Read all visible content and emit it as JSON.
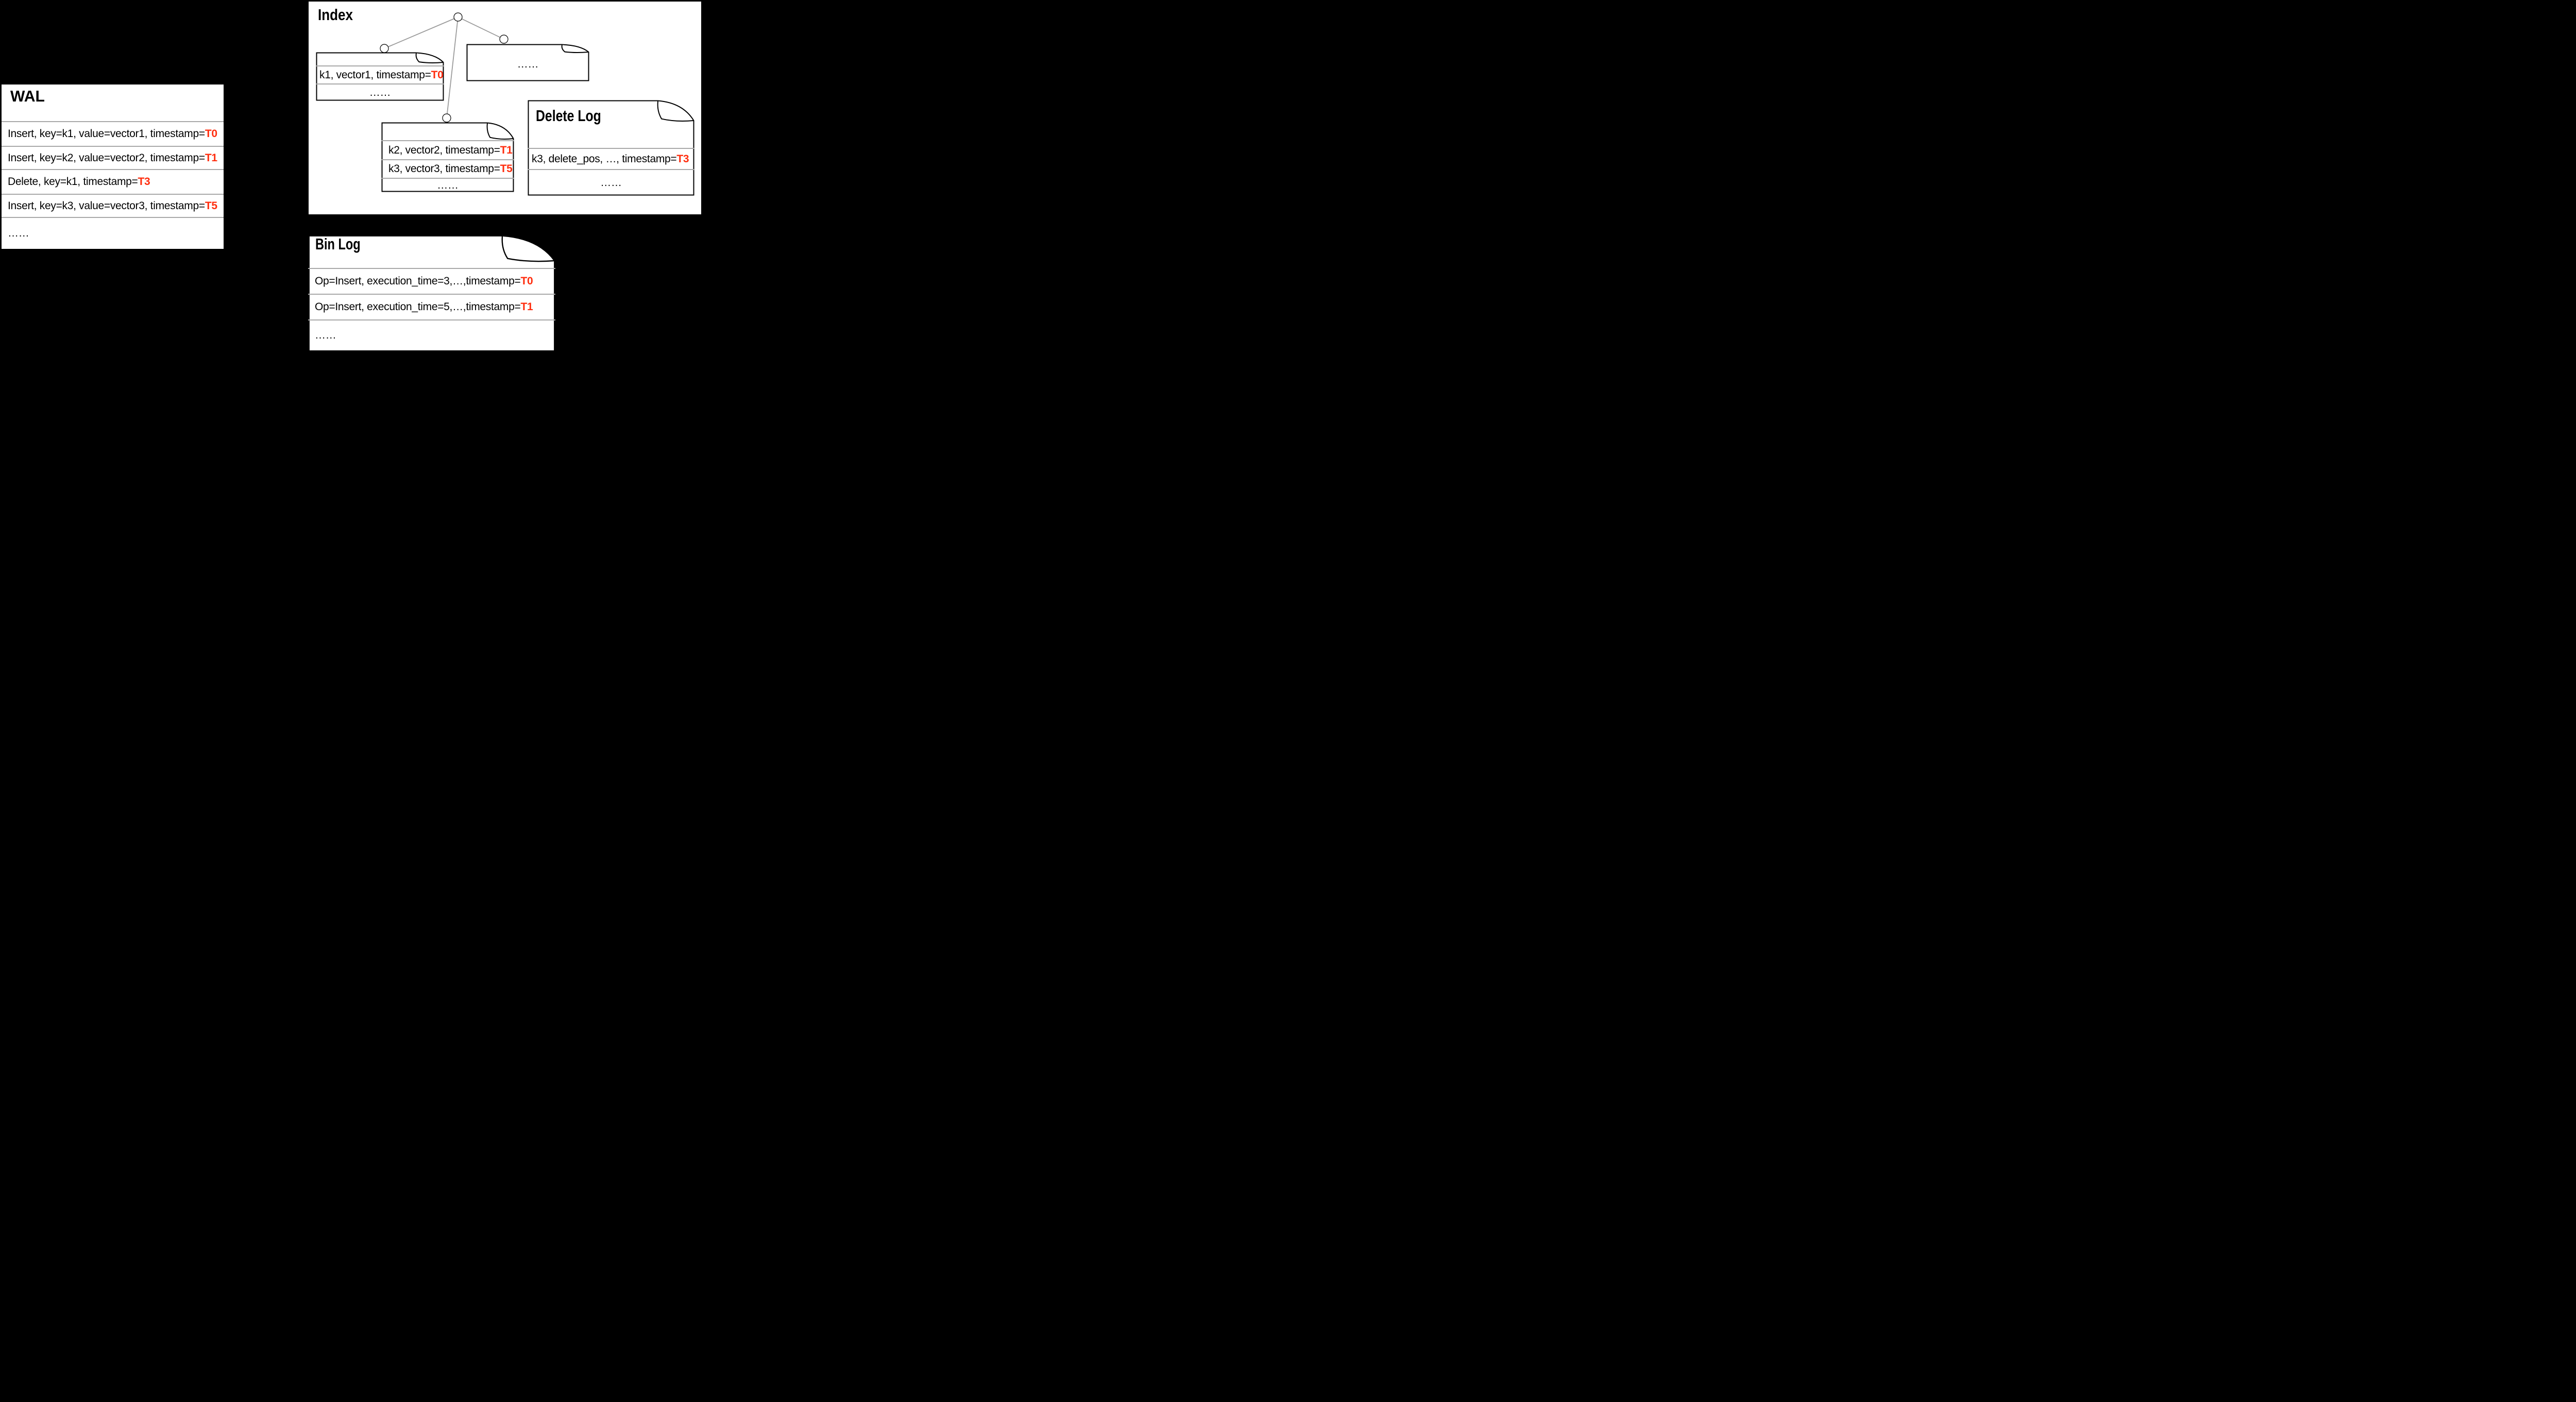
{
  "colors": {
    "background": "#000000",
    "surface": "#ffffff",
    "text": "#000000",
    "timestamp_highlight": "#ff2d0e",
    "divider": "#a9a9a9",
    "tree_edge": "#9b9b9b",
    "box_border": "#000000"
  },
  "wal": {
    "title": "WAL",
    "rows": [
      {
        "prefix": "Insert, key=k1, value=vector1, timestamp=",
        "t": "T0"
      },
      {
        "prefix": "Insert, key=k2, value=vector2, timestamp=",
        "t": "T1"
      },
      {
        "prefix": "Delete, key=k1, timestamp=",
        "t": "T3"
      },
      {
        "prefix": "Insert, key=k3, value=vector3, timestamp=",
        "t": "T5"
      },
      {
        "prefix": "……",
        "t": ""
      }
    ]
  },
  "index": {
    "title": "Index",
    "segment1": {
      "rows": [
        {
          "prefix": "k1, vector1, timestamp=",
          "t": "T0"
        }
      ],
      "more": "……"
    },
    "segment2": {
      "rows": [
        {
          "prefix": "k2, vector2, timestamp=",
          "t": "T1"
        },
        {
          "prefix": "k3, vector3, timestamp=",
          "t": "T5"
        }
      ],
      "more": "……"
    },
    "segment3": {
      "more": "……"
    }
  },
  "delete_log": {
    "title": "Delete Log",
    "rows": [
      {
        "prefix": "k3, delete_pos, …, timestamp=",
        "t": "T3"
      }
    ],
    "more": "……"
  },
  "bin_log": {
    "title": "Bin Log",
    "rows": [
      {
        "prefix": "Op=Insert, execution_time=3,…,timestamp=",
        "t": "T0"
      },
      {
        "prefix": "Op=Insert, execution_time=5,…,timestamp=",
        "t": "T1"
      }
    ],
    "more": "……"
  }
}
